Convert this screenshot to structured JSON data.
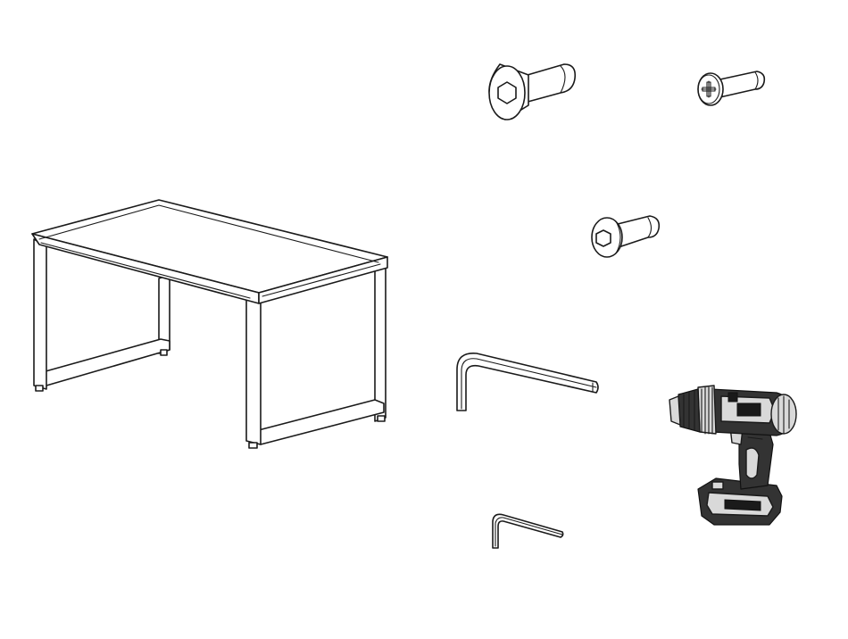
{
  "parts": [
    {
      "id": "desk",
      "icon": "desk-icon"
    },
    {
      "id": "countersunk-hex-screw",
      "icon": "countersunk-hex-screw-icon"
    },
    {
      "id": "phillips-pan-screw",
      "icon": "phillips-screw-icon"
    },
    {
      "id": "button-head-hex-screw",
      "icon": "button-head-hex-screw-icon"
    },
    {
      "id": "large-allen-key",
      "icon": "allen-key-large-icon"
    },
    {
      "id": "small-allen-key",
      "icon": "allen-key-small-icon"
    },
    {
      "id": "cordless-drill",
      "icon": "cordless-drill-icon"
    }
  ],
  "colors": {
    "line": "#1a1a1a",
    "background": "#ffffff",
    "drill_body": "#333333",
    "drill_trim": "#d9d9d9"
  }
}
